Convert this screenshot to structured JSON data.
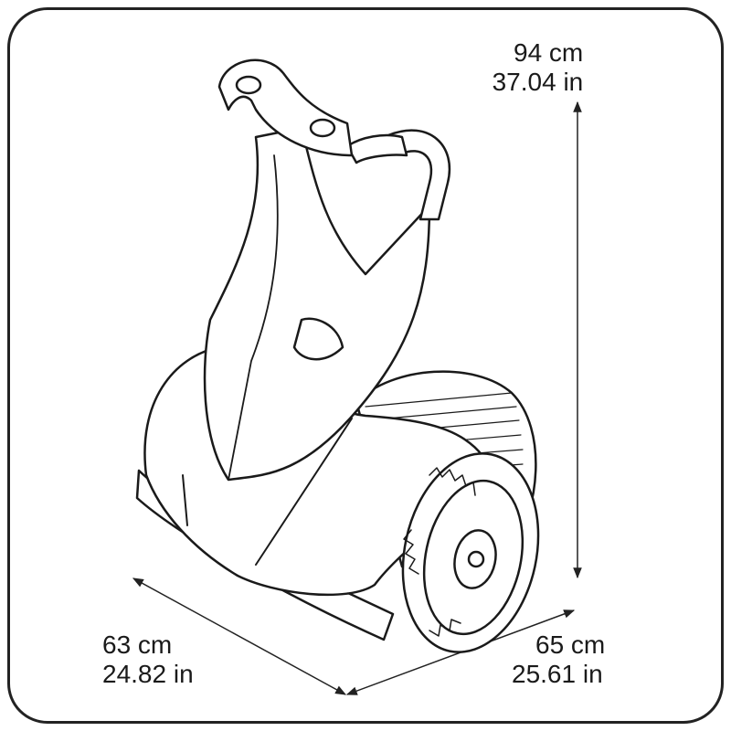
{
  "height": {
    "metric": "94 cm",
    "imperial": "37.04 in"
  },
  "width": {
    "metric": "63 cm",
    "imperial": "24.82 in"
  },
  "depth": {
    "metric": "65 cm",
    "imperial": "25.61 in"
  }
}
